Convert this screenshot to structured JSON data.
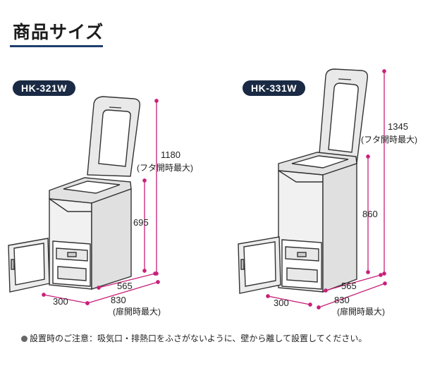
{
  "page": {
    "title": "商品サイズ"
  },
  "left_model": {
    "name": "HK-321W",
    "height_open_value": "1180",
    "height_open_note": "(フタ開時最大)",
    "height_value": "695",
    "depth_value": "565",
    "depth_open_value": "830",
    "depth_open_note": "(扉開時最大)",
    "width_value": "300"
  },
  "right_model": {
    "name": "HK-331W",
    "height_open_value": "1345",
    "height_open_note": "(フタ開時最大)",
    "height_value": "860",
    "depth_value": "565",
    "depth_open_value": "830",
    "depth_open_note": "(扉開時最大)",
    "width_value": "300"
  },
  "footer": {
    "note": "設置時のご注意：吸気口・排熱口をふさがないように、壁から離して設置してください。"
  },
  "colors": {
    "dimension_line": "#c8207a",
    "badge": "#1a2a44",
    "title_rule": "#1f3f6d",
    "outline": "#333333"
  }
}
